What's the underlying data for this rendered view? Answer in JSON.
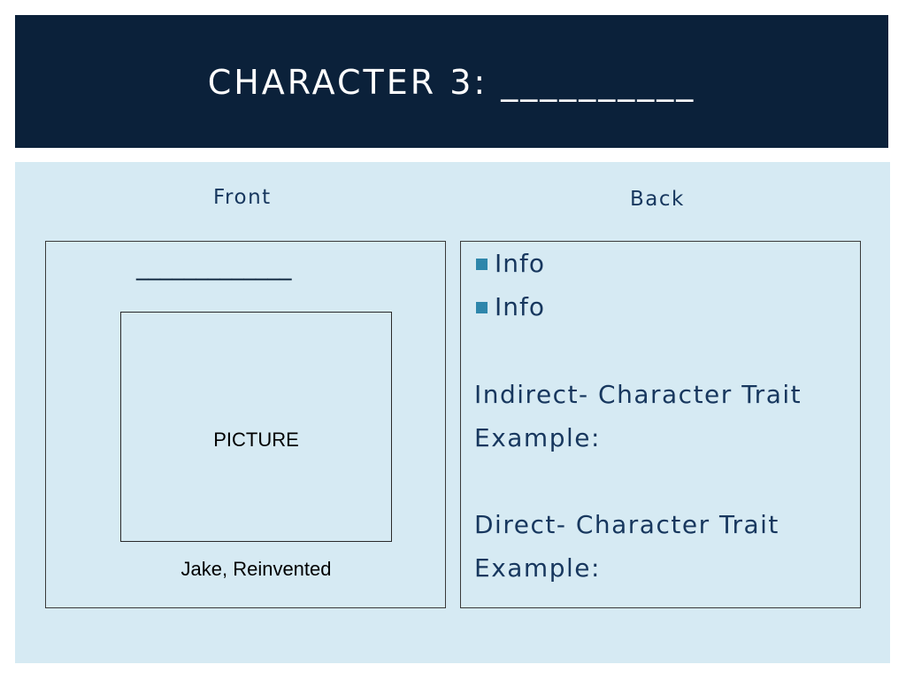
{
  "title": "CHARACTER 3: __________",
  "colors": {
    "title_bar_bg": "#0b213a",
    "content_bg": "#d6eaf3",
    "text_dark": "#17375e",
    "bullet": "#2e86ab"
  },
  "front": {
    "heading": "Front",
    "name_blank": "_____________",
    "picture_label": "PICTURE",
    "caption": "Jake, Reinvented"
  },
  "back": {
    "heading": "Back",
    "bullets": [
      "Info",
      "Info"
    ],
    "indirect_label": "Indirect- Character Trait",
    "indirect_example": "Example:",
    "direct_label": "Direct- Character Trait",
    "direct_example": "Example:"
  }
}
